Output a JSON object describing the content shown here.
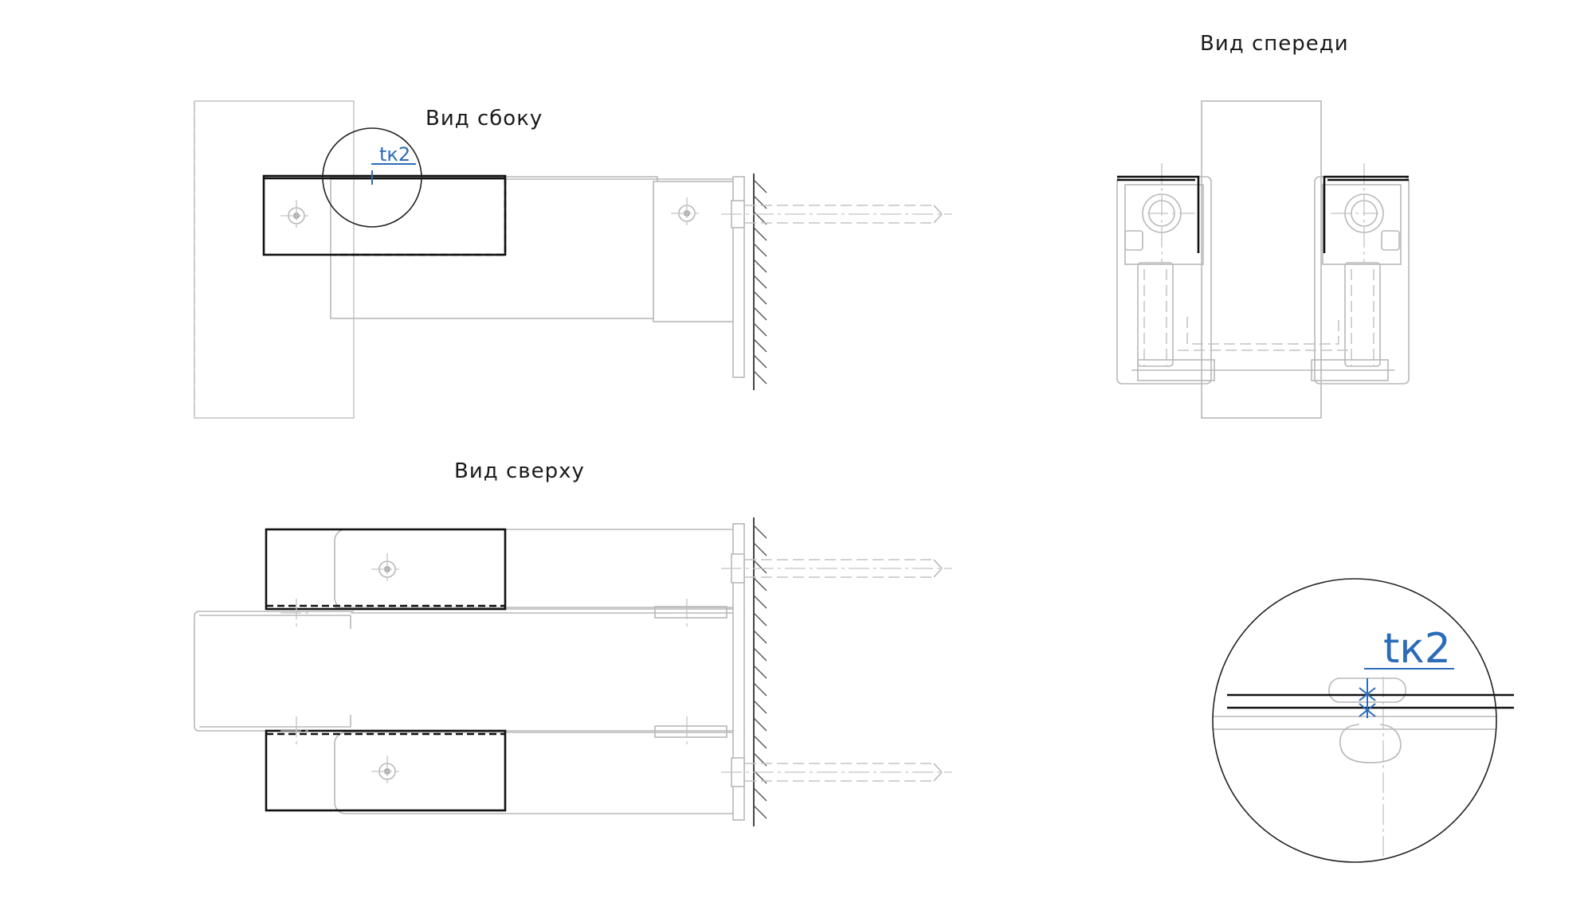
{
  "views": {
    "side": "Вид сбоку",
    "front": "Вид спереди",
    "top": "Вид сверху"
  },
  "markers": {
    "detail_small": "tк2",
    "detail_large": "tк2"
  },
  "colors": {
    "line": "#b8b8b8",
    "bold": "#111111",
    "marker": "#2b6cb8"
  }
}
